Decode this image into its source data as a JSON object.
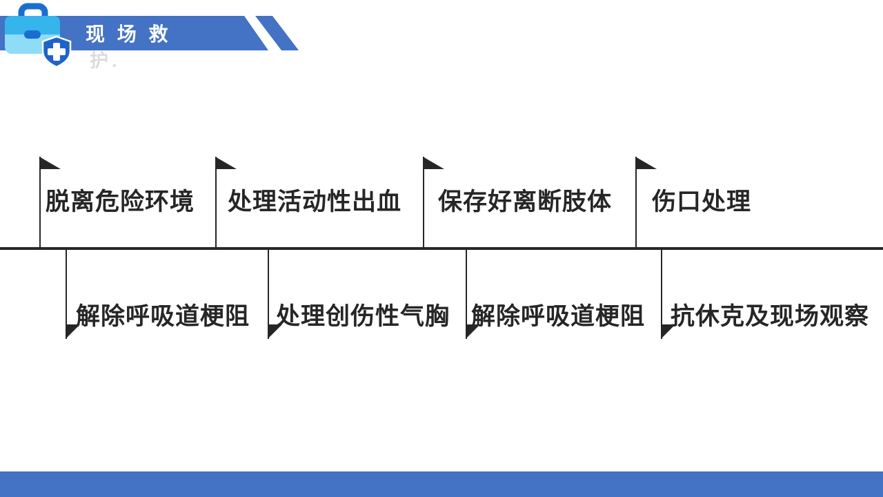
{
  "colors": {
    "background": "#ffffff",
    "accent": "#4472c4",
    "ink": "#262626",
    "title-overflow": "#dcdcdc",
    "icon-handle": "#1b6ed0",
    "icon-case-top": "#35b5ec",
    "icon-case-bottom": "#8edcf7",
    "icon-shield": "#1e64c8"
  },
  "header": {
    "title": "现 场 救",
    "title_overflow": "护."
  },
  "timeline": {
    "top_items": [
      {
        "label": "脱离危险环境"
      },
      {
        "label": "处理活动性出血"
      },
      {
        "label": "保存好离断肢体"
      },
      {
        "label": "伤口处理"
      }
    ],
    "bottom_items": [
      {
        "label": "解除呼吸道梗阻"
      },
      {
        "label": "处理创伤性气胸"
      },
      {
        "label": "解除呼吸道梗阻"
      },
      {
        "label": "抗休克及现场观察"
      }
    ]
  }
}
